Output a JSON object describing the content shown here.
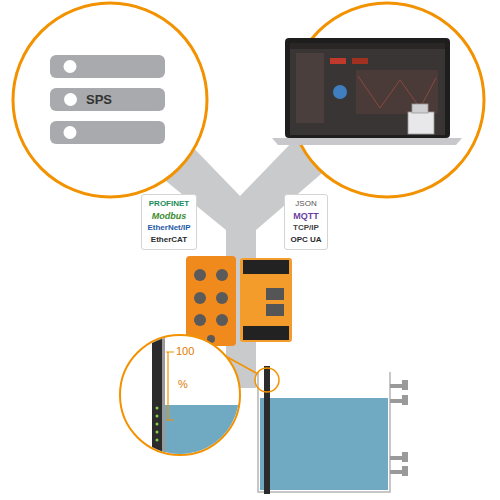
{
  "diagram": {
    "nodes": [
      {
        "text": [
          "SPS"
        ]
      },
      {
        "text": [
          "PROFINET",
          "Modbus",
          "EtherNet/IP",
          "EtherCAT"
        ]
      },
      {
        "text": [
          "JSON",
          "MQTT",
          "TCP/IP",
          "OPC UA"
        ]
      }
    ],
    "labels": [
      "100",
      "%"
    ]
  }
}
